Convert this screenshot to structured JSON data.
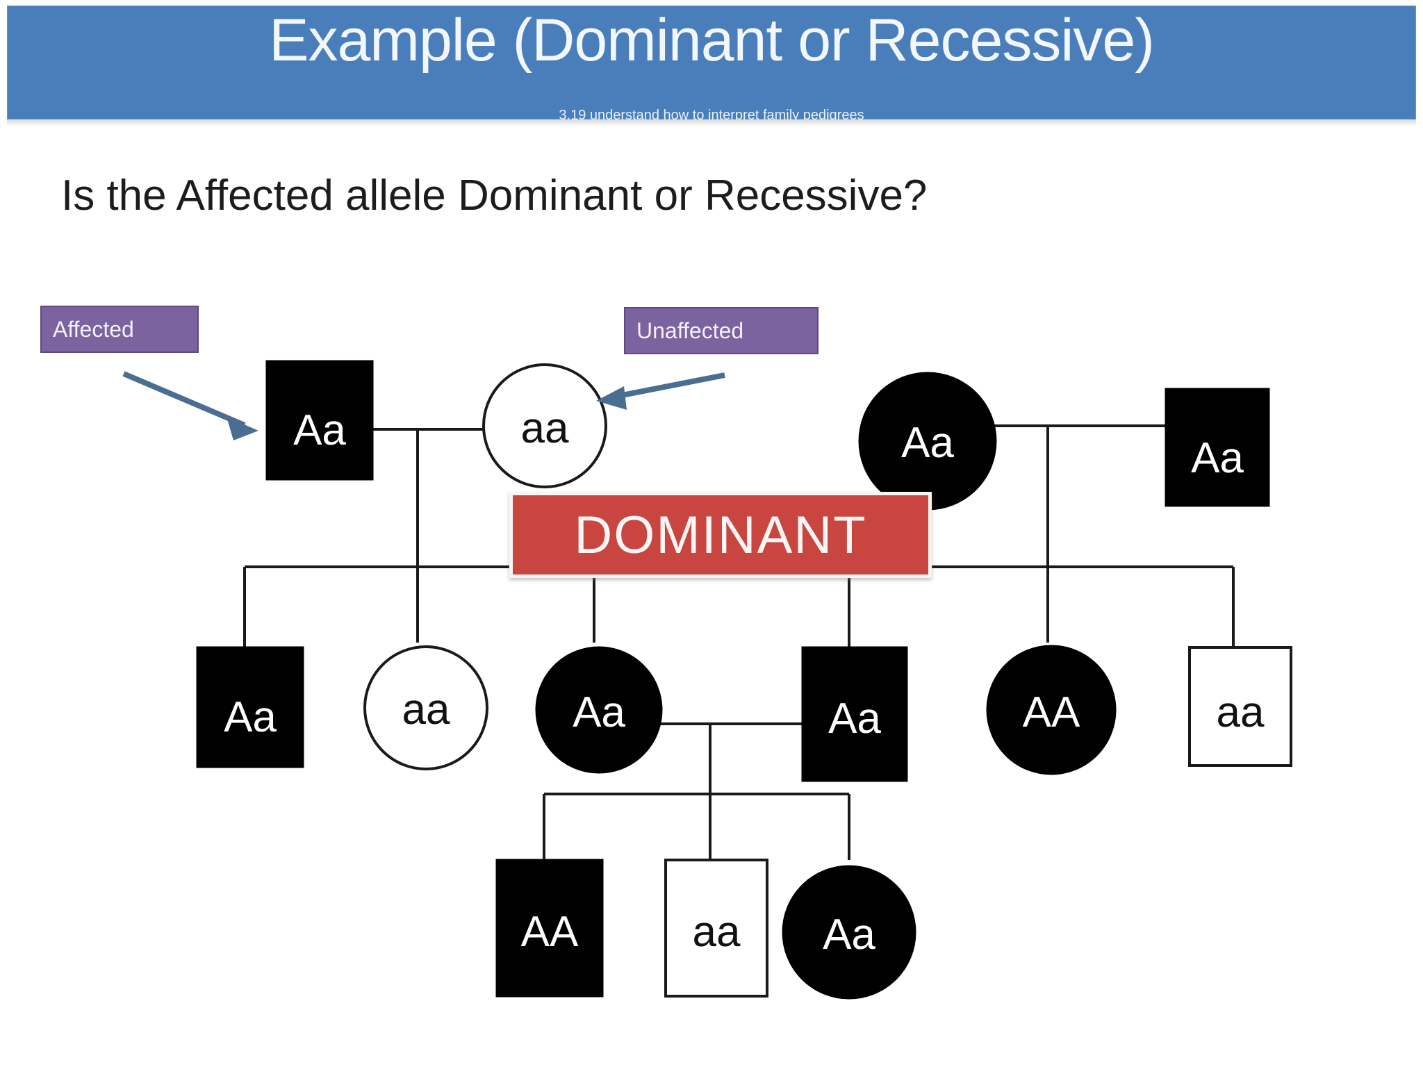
{
  "slide": {
    "title": "Example (Dominant or Recessive)",
    "subtitle": "3.19 understand how to interpret family pedigrees",
    "question": "Is the Affected allele Dominant or Recessive?",
    "answer_banner": "DOMINANT",
    "colors": {
      "title_bar": "#4a7ebb",
      "callout": "#7a639f",
      "answer_banner": "#c9453f",
      "arrow": "#4a6d92",
      "affected_fill": "#000000",
      "unaffected_fill": "#ffffff"
    }
  },
  "callouts": [
    {
      "id": "affected",
      "label": "Affected",
      "points_to": "generation1-father-square"
    },
    {
      "id": "unaffected",
      "label": "Unaffected",
      "points_to": "generation1-mother-circle"
    }
  ],
  "chart_data": {
    "type": "diagram",
    "diagram_kind": "family-pedigree",
    "legend": {
      "filled_symbol": "Affected",
      "open_symbol": "Unaffected",
      "square_symbol": "male",
      "circle_symbol": "female"
    },
    "generations": [
      {
        "generation": 1,
        "individuals": [
          {
            "id": "I-1",
            "genotype": "Aa",
            "shape": "square",
            "status": "affected"
          },
          {
            "id": "I-2",
            "genotype": "aa",
            "shape": "circle",
            "status": "unaffected"
          },
          {
            "id": "I-3",
            "genotype": "Aa",
            "shape": "circle",
            "status": "affected"
          },
          {
            "id": "I-4",
            "genotype": "Aa",
            "shape": "square",
            "status": "affected"
          }
        ]
      },
      {
        "generation": 2,
        "individuals": [
          {
            "id": "II-1",
            "genotype": "Aa",
            "shape": "square",
            "status": "affected"
          },
          {
            "id": "II-2",
            "genotype": "aa",
            "shape": "circle",
            "status": "unaffected"
          },
          {
            "id": "II-3",
            "genotype": "Aa",
            "shape": "circle",
            "status": "affected"
          },
          {
            "id": "II-4",
            "genotype": "Aa",
            "shape": "square",
            "status": "affected"
          },
          {
            "id": "II-5",
            "genotype": "AA",
            "shape": "circle",
            "status": "affected"
          },
          {
            "id": "II-6",
            "genotype": "aa",
            "shape": "square",
            "status": "unaffected"
          }
        ]
      },
      {
        "generation": 3,
        "individuals": [
          {
            "id": "III-1",
            "genotype": "AA",
            "shape": "square",
            "status": "affected"
          },
          {
            "id": "III-2",
            "genotype": "aa",
            "shape": "square",
            "status": "unaffected"
          },
          {
            "id": "III-3",
            "genotype": "Aa",
            "shape": "circle",
            "status": "affected"
          }
        ]
      }
    ],
    "matings": [
      {
        "partners": [
          "I-1",
          "I-2"
        ],
        "children": [
          "II-1",
          "II-2",
          "II-3",
          "II-4"
        ]
      },
      {
        "partners": [
          "I-3",
          "I-4"
        ],
        "children": [
          "II-5",
          "II-6"
        ]
      },
      {
        "partners": [
          "II-3",
          "II-4"
        ],
        "children": [
          "III-1",
          "III-2",
          "III-3"
        ]
      }
    ],
    "genotype_labels": {
      "g1": [
        "Aa",
        "aa",
        "Aa",
        "Aa"
      ],
      "g2": [
        "Aa",
        "aa",
        "Aa",
        "Aa",
        "AA",
        "aa"
      ],
      "g3": [
        "AA",
        "aa",
        "Aa"
      ]
    }
  }
}
